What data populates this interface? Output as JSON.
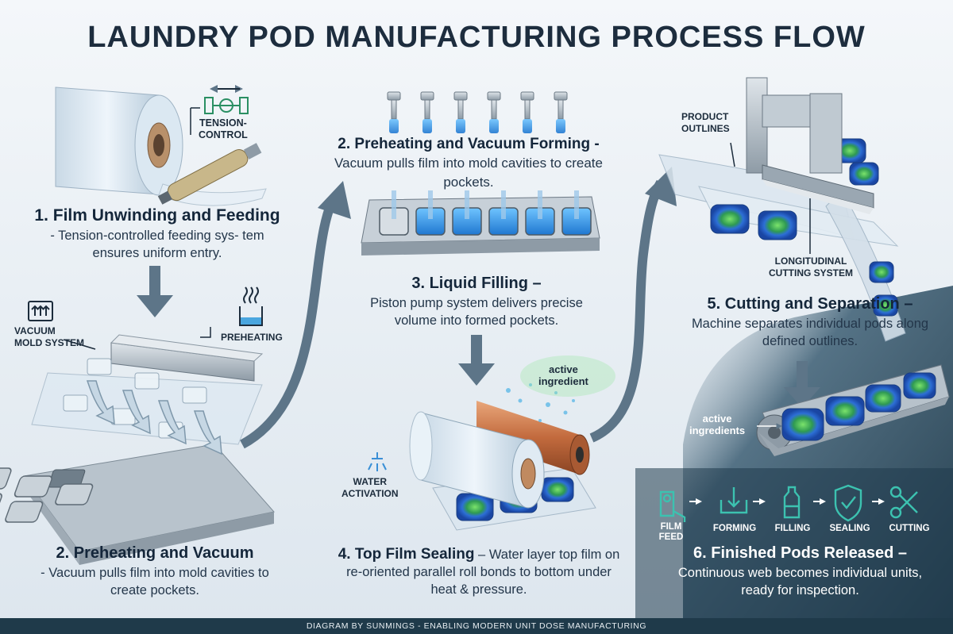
{
  "title": "LAUNDRY POD MANUFACTURING PROCESS FLOW",
  "steps": [
    {
      "heading": "1. Film Unwinding and Feeding",
      "body": "- Tension-controlled feeding sys- tem ensures uniform entry."
    },
    {
      "heading": "2. Preheating and Vacuum Forming",
      "heading_dash": " - ",
      "body": "Vacuum pulls film into mold cavities to create pockets."
    },
    {
      "heading": "2. Preheating and Vacuum",
      "body": "- Vacuum pulls film into mold cavities to create pockets."
    },
    {
      "heading": "3. Liquid Filling –",
      "body": "Piston pump system delivers precise volume into formed pockets."
    },
    {
      "heading": "4. Top Film Sealing",
      "heading_dash": " – ",
      "body": "Water layer top film on re-oriented parallel roll bonds to bottom under heat & pressure."
    },
    {
      "heading": "5. Cutting and Separation –",
      "body": "Machine separates individual pods along defined outlines."
    },
    {
      "heading": "6. Finished Pods Released –",
      "body": "Continuous web becomes individual units, ready for inspection."
    }
  ],
  "labels": {
    "tension_control": "TENSION-\nCONTROL",
    "vacuum_mold": "VACUUM\nMOLD SYSTEM",
    "preheating": "PREHEATING",
    "water_activation": "WATER\nACTIVATION",
    "active_ingredient": "active\ningredient",
    "product_outlines": "PRODUCT\nOUTLINES",
    "longitudinal_cutting": "LONGITUDINAL\nCUTTING SYSTEM",
    "active_ingredients": "active\ningredients"
  },
  "mini_flow": [
    {
      "label": "FILM\nFEED",
      "icon": "film-roll-icon"
    },
    {
      "label": "FORMING",
      "icon": "tray-download-icon"
    },
    {
      "label": "FILLING",
      "icon": "bottle-icon"
    },
    {
      "label": "SEALING",
      "icon": "shield-check-icon"
    },
    {
      "label": "CUTTING",
      "icon": "scissors-icon"
    }
  ],
  "footer": "DIAGRAM BY SUNMINGS - ENABLING MODERN UNIT DOSE MANUFACTURING",
  "colors": {
    "accent_teal": "#3cc2b0",
    "dark_panel": "#1e3b4b",
    "arrow": "#5d7588",
    "liquid_blue": "#2f8fe0"
  }
}
